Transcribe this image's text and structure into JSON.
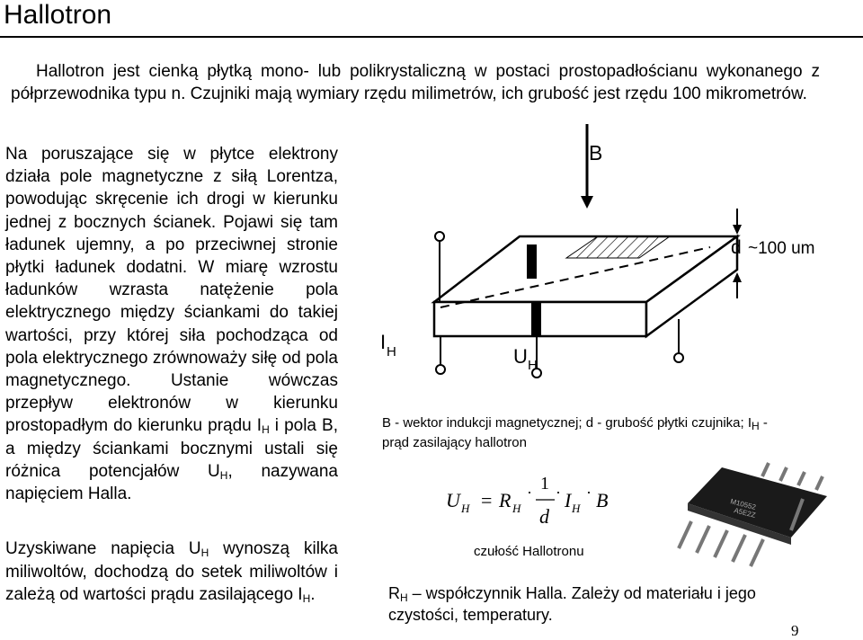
{
  "title": "Hallotron",
  "intro": {
    "line1": "Hallotron jest cienką płytką mono- lub polikrystaliczną w postaci prostopadłościanu",
    "rest": "wykonanego z półprzewodnika typu n. Czujniki mają wymiary rzędu milimetrów, ich grubość jest rzędu 100 mikrometrów."
  },
  "left_text": {
    "p1_before_ih": "Na poruszające się w płytce elektrony działa pole magnetyczne z siłą Lorentza, powodując skręcenie ich drogi w kierunku jednej z bocznych ścianek. Pojawi się tam ładunek ujemny, a po przeciwnej stronie płytki ładunek dodatni. W miarę wzrostu ładunków wzrasta natężenie pola elektrycznego między ściankami do takiej wartości, przy której siła pochodząca od pola elektrycznego zrównoważy siłę od pola magnetycznego. Ustanie wówczas przepływ elektronów w kierunku prostopadłym do kierunku prądu I",
    "sub_h1": "H",
    "p1_mid": " i pola B, a między ściankami bocznymi ustali się różnica potencjałów U",
    "sub_h2": "H",
    "p1_end": ", nazywana napięciem Halla.",
    "p2_before": "Uzyskiwane napięcia U",
    "sub_h3": "H",
    "p2_mid": " wynoszą kilka miliwoltów, dochodzą do setek miliwoltów i zależą od wartości prądu zasilającego I",
    "sub_h4": "H",
    "p2_end": "."
  },
  "diagram": {
    "label_b": "B",
    "label_d": "d",
    "label_thickness": "~100 um",
    "label_i": "I",
    "label_i_sub": "H",
    "label_u": "U",
    "label_u_sub": "H"
  },
  "caption": {
    "part1": "B - wektor indukcji magnetycznej; d - grubość płytki czujnika; I",
    "sub": "H",
    "part2": " - prąd zasilający hallotron"
  },
  "formula": {
    "u": "U",
    "u_sub": "H",
    "eq": "=",
    "r": "R",
    "r_sub": "H",
    "num": "1",
    "den": "d",
    "i": "I",
    "i_sub": "H",
    "b": "B"
  },
  "chip_labels": {
    "line1": "M10552",
    "line2": "A5E2Z"
  },
  "sensitivity_label": "czułość Hallotronu",
  "rh_text": {
    "r": "R",
    "sub": "H",
    "rest": " – współczynnik Halla. Zależy od materiału i jego czystości, temperatury."
  },
  "page_number": "9"
}
